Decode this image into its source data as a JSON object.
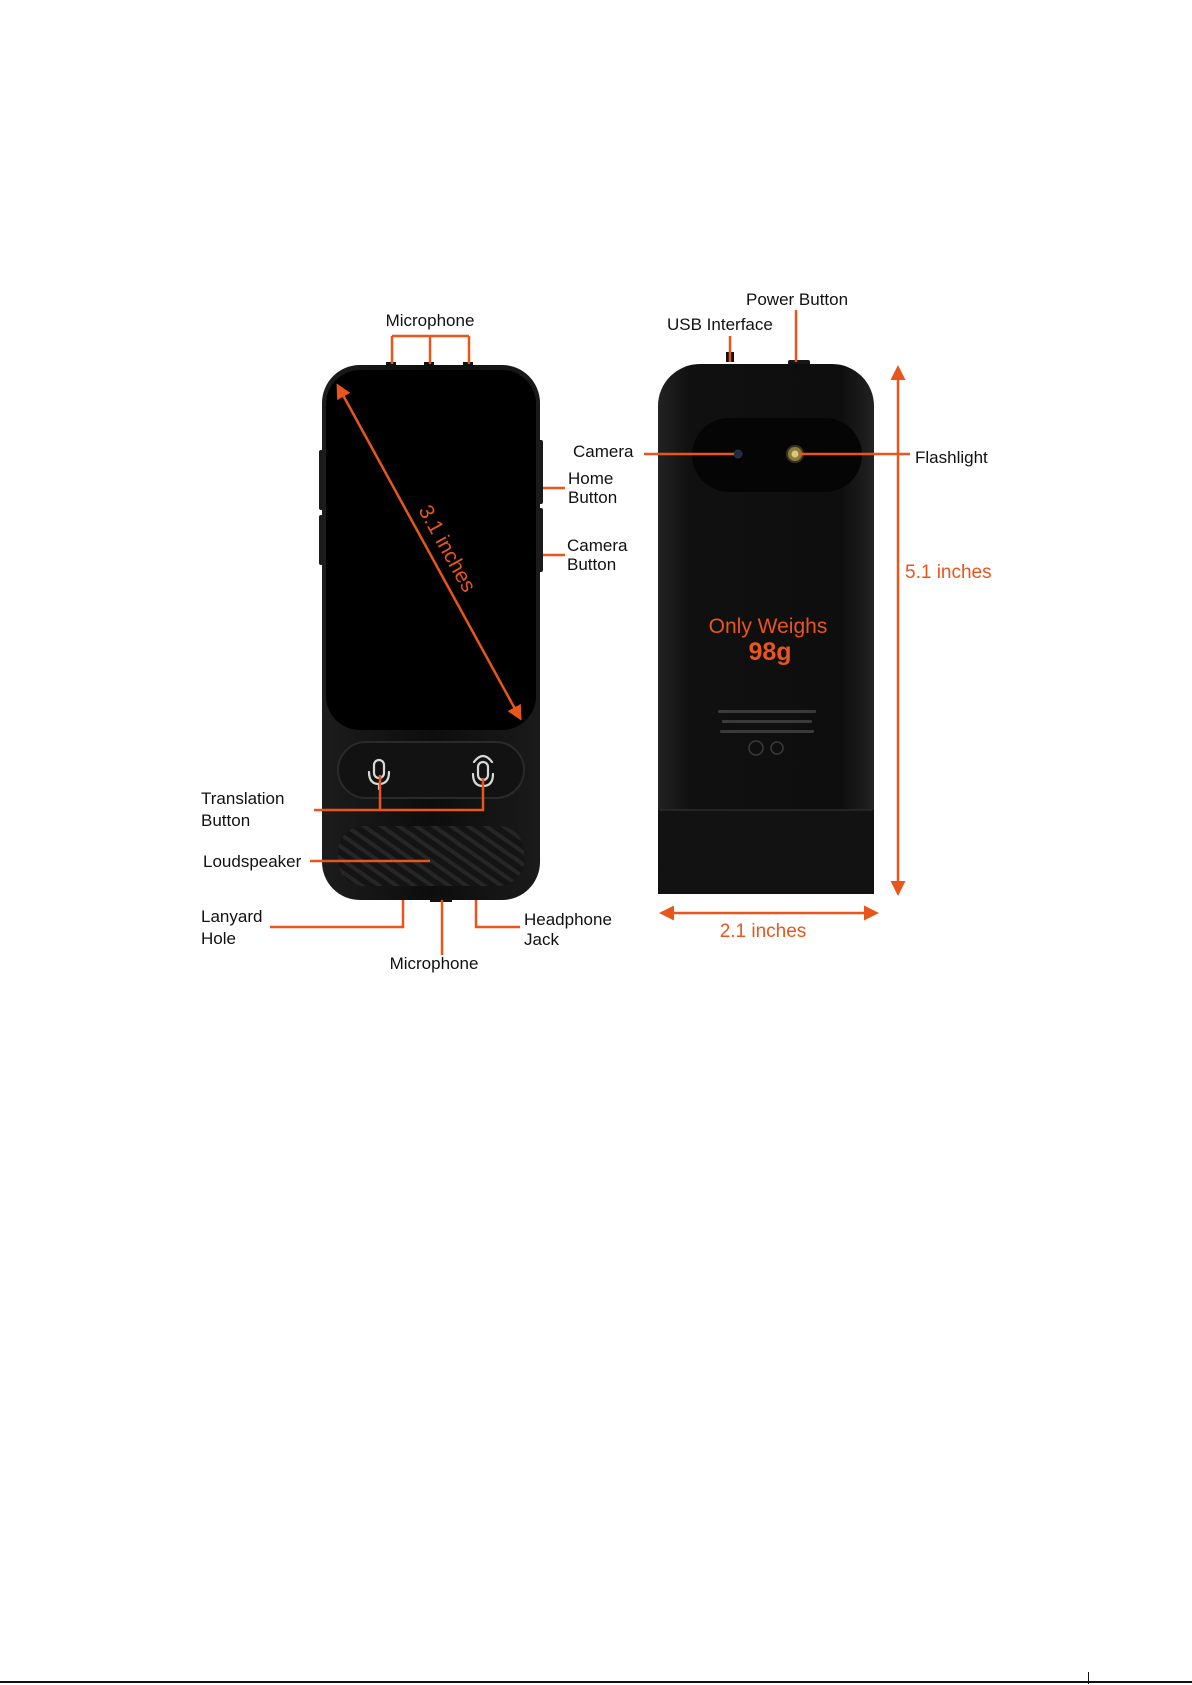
{
  "labels": {
    "mic_top": "Microphone",
    "power_button": "Power Button",
    "usb_interface": "USB Interface",
    "camera": "Camera",
    "flashlight": "Flashlight",
    "home_button_1": "Home",
    "home_button_2": "Button",
    "camera_button_1": "Camera",
    "camera_button_2": "Button",
    "translation_button_1": "Translation",
    "translation_button_2": "Button",
    "loudspeaker": "Loudspeaker",
    "lanyard_hole_1": "Lanyard",
    "lanyard_hole_2": "Hole",
    "headphone_jack_1": "Headphone",
    "headphone_jack_2": "Jack",
    "mic_bottom": "Microphone"
  },
  "dimensions": {
    "screen_diagonal": "3.1 inches",
    "height": "5.1 inches",
    "width": "2.1 inches"
  },
  "weight": {
    "line1": "Only Weighs",
    "line2": "98g"
  },
  "colors": {
    "accent": "#e8561b",
    "device": "#0c0c0c",
    "label": "#111111"
  }
}
